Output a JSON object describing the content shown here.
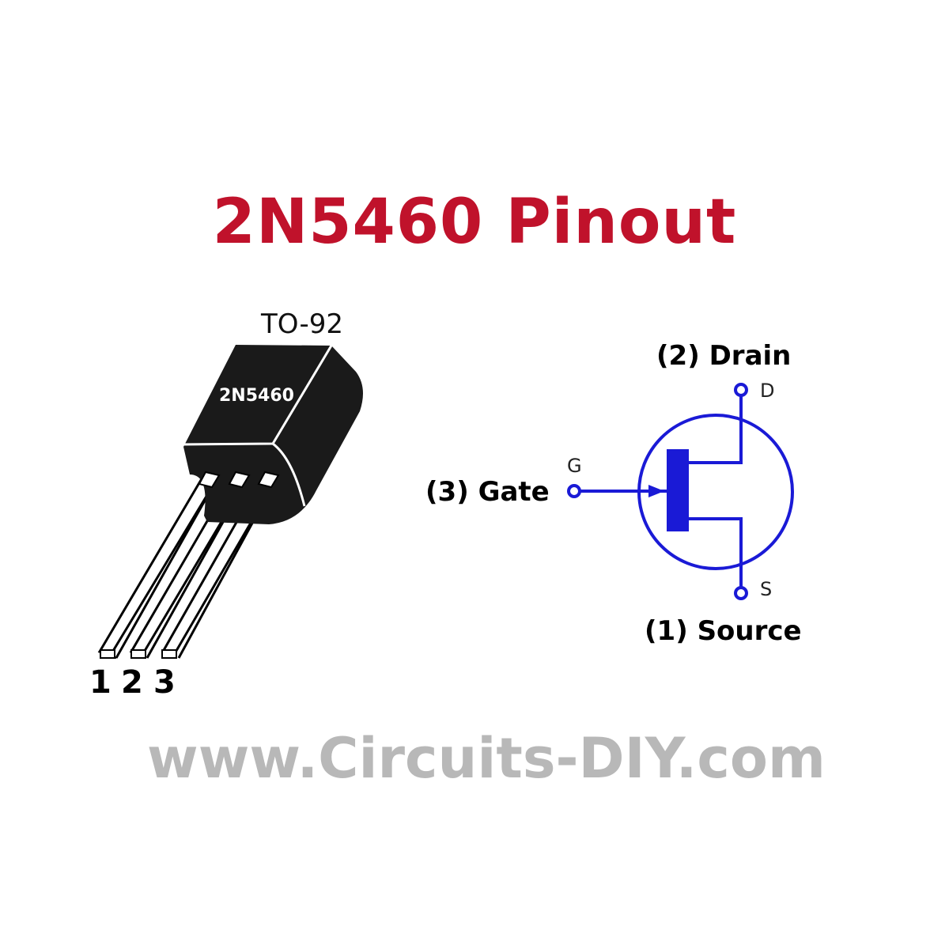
{
  "title": "2N5460 Pinout",
  "package": {
    "name": "TO-92",
    "marking": "2N5460",
    "pin_numbers": [
      "1",
      "2",
      "3"
    ]
  },
  "symbol": {
    "type": "P-channel JFET",
    "color": "#1a1ad6",
    "terminals": {
      "drain": "D",
      "gate": "G",
      "source": "S"
    },
    "labels": {
      "drain": "(2) Drain",
      "gate": "(3) Gate",
      "source": "(1) Source"
    }
  },
  "watermark": "www.Circuits-DIY.com",
  "colors": {
    "title": "#c0122b",
    "watermark": "#b8b8b8",
    "body": "#1a1a1a"
  }
}
